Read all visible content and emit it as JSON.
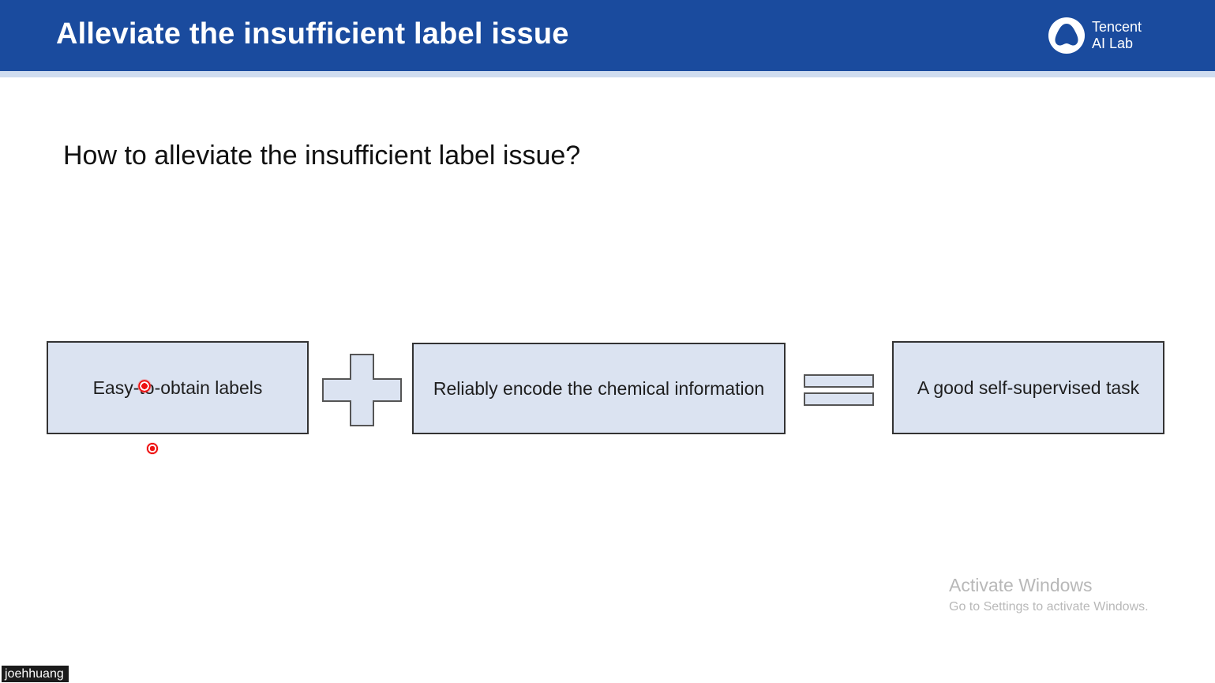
{
  "header": {
    "title": "Alleviate the insufficient label issue",
    "logo": {
      "icon": "tencent-ai-lab-logo",
      "line1": "Tencent",
      "line2": "AI Lab"
    }
  },
  "slide": {
    "question": "How to alleviate the insufficient label issue?",
    "equation": {
      "term1": "Easy-to-obtain labels",
      "operator1": "plus-icon",
      "term2": "Reliably encode the chemical information",
      "operator2": "equals-icon",
      "result": "A good self-supervised task"
    }
  },
  "watermark": {
    "title": "Activate Windows",
    "subtitle": "Go to Settings to activate Windows."
  },
  "participant": {
    "name": "joehhuang"
  },
  "colors": {
    "header_bg": "#1a4b9e",
    "box_fill": "#dbe3f1",
    "pointer": "#e11111"
  }
}
